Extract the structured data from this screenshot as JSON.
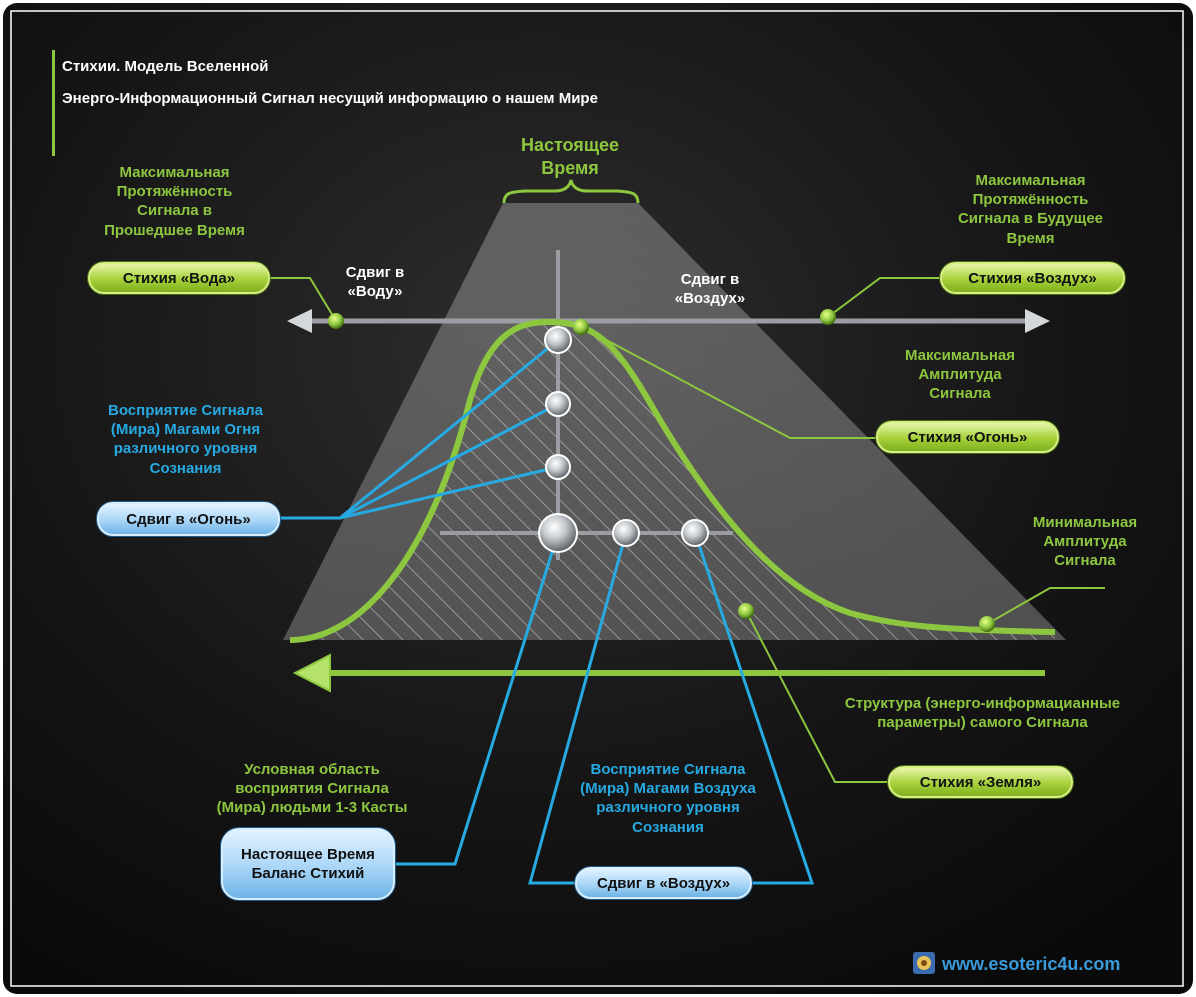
{
  "header": {
    "title": "Стихии. Модель  Вселенной",
    "subtitle": "Энерго-Информационный Сигнал несущий информацию о нашем Мире"
  },
  "labels": {
    "present_time": "Настоящее Время",
    "max_past": "Максимальная Протяжённость Сигнала в Прошедшее Время",
    "max_future": "Максимальная Протяжённость Сигнала в Будущее Время",
    "shift_water": "Сдвиг в «Воду»",
    "shift_air": "Сдвиг в «Воздух»",
    "max_amplitude": "Максимальная Амплитуда Сигнала",
    "min_amplitude": "Минимальная Амплитуда Сигнала",
    "fire_mages": "Восприятие Сигнала (Мира) Магами Огня различного уровня Сознания",
    "structure": "Структура (энерго-информацианные параметры) самого Сигнала",
    "people_castes": "Условная область восприятия Сигнала (Мира) людьми 1-3 Касты",
    "air_mages": "Восприятие Сигнала (Мира) Магами Воздуха различного уровня Сознания"
  },
  "badges": {
    "water": "Стихия «Вода»",
    "air": "Стихия «Воздух»",
    "fire": "Стихия «Огонь»",
    "earth": "Стихия «Земля»",
    "shift_fire": "Сдвиг в «Огонь»",
    "shift_air": "Сдвиг в «Воздух»",
    "balance_line1": "Настоящее Время",
    "balance_line2": "Баланс Стихий"
  },
  "footer": {
    "site": "www.esoteric4u.com"
  },
  "colors": {
    "background": "#111111",
    "accent_green": "#8dc63f",
    "accent_blue": "#27a9e1",
    "text_white": "#ffffff"
  }
}
